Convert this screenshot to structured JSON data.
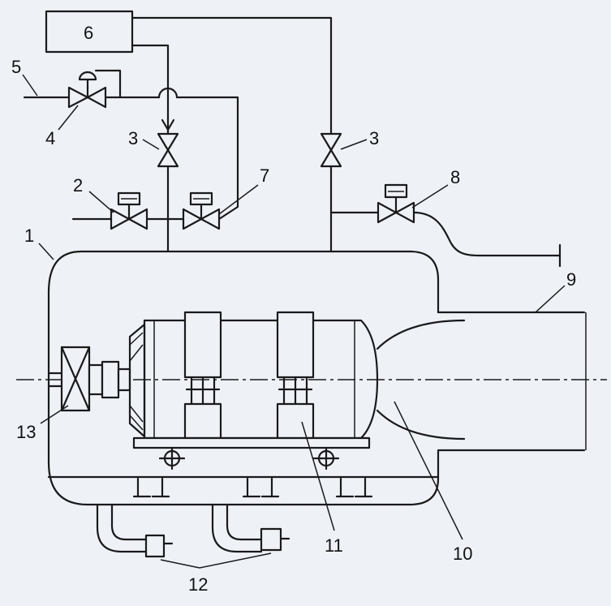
{
  "labels": {
    "l1": "1",
    "l2": "2",
    "l3a": "3",
    "l3b": "3",
    "l4": "4",
    "l5": "5",
    "l6": "6",
    "l7": "7",
    "l8": "8",
    "l9": "9",
    "l10": "10",
    "l11": "11",
    "l12": "12",
    "l13": "13"
  },
  "colors": {
    "background": "#eef2f7",
    "line": "#1a1a1a"
  }
}
